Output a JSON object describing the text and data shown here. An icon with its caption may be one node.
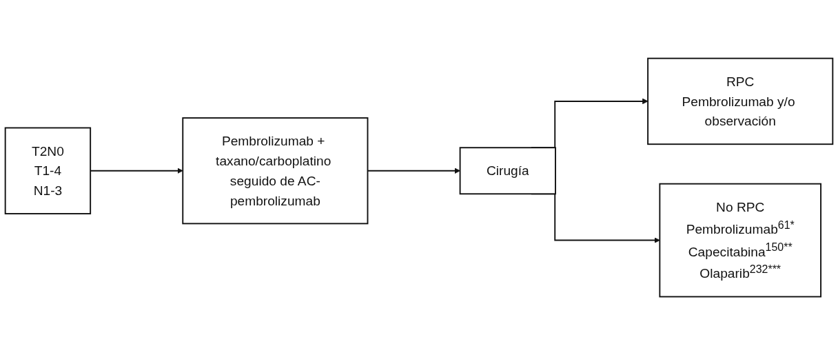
{
  "diagram": {
    "nodes": [
      {
        "text": [
          "T2N0",
          "T1-4",
          "N1-3"
        ]
      },
      {
        "text": [
          "Pembrolizumab + taxano/carboplatino seguido de AC-pembrolizumab"
        ]
      },
      {
        "text": [
          "Cirugía"
        ]
      },
      {
        "text": [
          "RPC",
          "Pembrolizumab y/o observación"
        ]
      },
      {
        "text": [
          "No RPC",
          "Pembrolizumab$^{61*}$",
          "Capecitabina$^{150**}$",
          "Olaparib$^{232***}$"
        ]
      }
    ],
    "edges": [
      {
        "from": 0,
        "to": 1,
        "arrow": "to"
      },
      {
        "from": 1,
        "to": 2,
        "arrow": "to"
      },
      {
        "from": 2,
        "to": 3,
        "arrow": "to"
      },
      {
        "from": 2,
        "to": 4,
        "arrow": "to"
      }
    ]
  }
}
